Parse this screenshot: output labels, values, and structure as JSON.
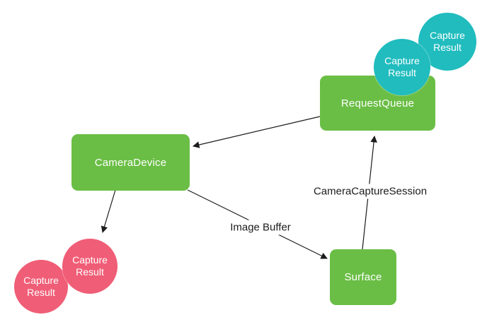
{
  "diagram": {
    "nodes": {
      "request_queue": {
        "label": "RequestQueue",
        "shape": "rect",
        "color": "#6abe45"
      },
      "camera_device": {
        "label": "CameraDevice",
        "shape": "rect",
        "color": "#6abe45"
      },
      "surface": {
        "label": "Surface",
        "shape": "rect",
        "color": "#6abe45"
      },
      "capture_result_teal_back": {
        "label": "Capture Result",
        "shape": "circle",
        "color": "#20bcbe"
      },
      "capture_result_teal_front": {
        "label": "Capture Result",
        "shape": "circle",
        "color": "#20bcbe"
      },
      "capture_result_pink_back": {
        "label": "Capture Result",
        "shape": "circle",
        "color": "#f05d76"
      },
      "capture_result_pink_front": {
        "label": "Capture Result",
        "shape": "circle",
        "color": "#f05d76"
      }
    },
    "edges": [
      {
        "from": "RequestQueue",
        "to": "CameraDevice",
        "label": ""
      },
      {
        "from": "CameraDevice",
        "to": "Capture Result (pink)",
        "label": ""
      },
      {
        "from": "CameraDevice",
        "to": "Surface",
        "label": "Image Buffer"
      },
      {
        "from": "Surface",
        "to": "RequestQueue",
        "label": "CameraCaptureSession"
      }
    ],
    "colors": {
      "node_green": "#6abe45",
      "node_teal": "#20bcbe",
      "node_pink": "#f05d76",
      "connector": "#1c1c1c",
      "node_text": "#ffffff",
      "label_text": "#1c1c1c",
      "background": "#ffffff"
    }
  }
}
